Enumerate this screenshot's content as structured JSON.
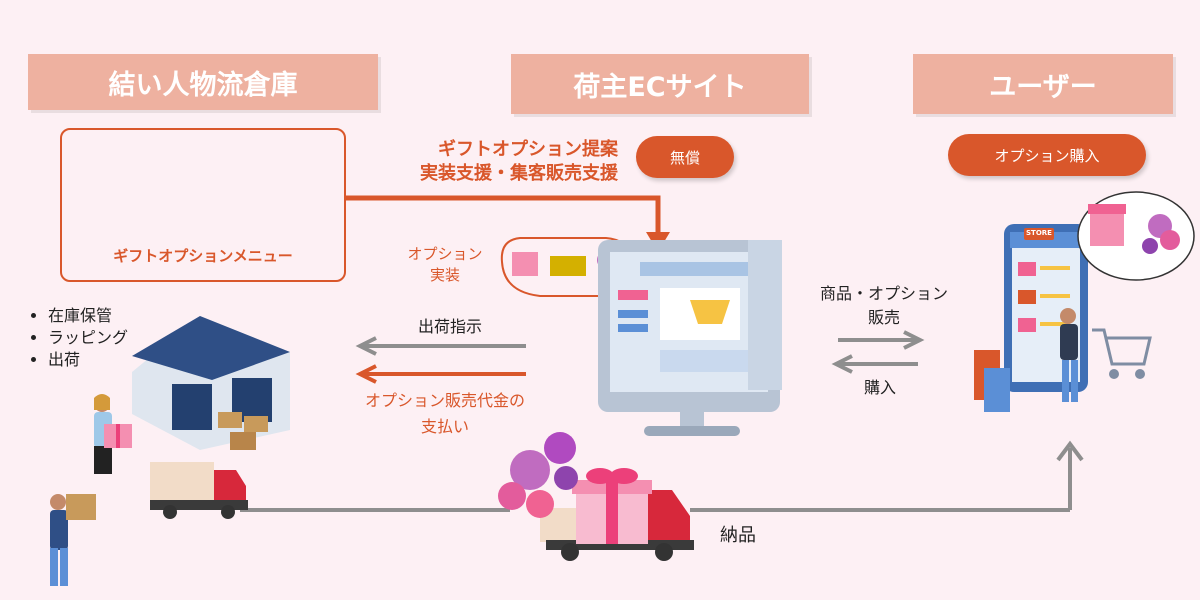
{
  "headers": {
    "warehouse": "結い人物流倉庫",
    "ec_site": "荷主ECサイト",
    "user": "ユーザー"
  },
  "badges": {
    "free": "無償",
    "option_purchase": "オプション購入"
  },
  "gift_menu": {
    "label": "ギフトオプションメニュー"
  },
  "proposal": {
    "line1": "ギフトオプション提案",
    "line2": "実装支援・集客販売支援"
  },
  "option_impl": {
    "line1": "オプション",
    "line2": "実装"
  },
  "warehouse_tasks": [
    "在庫保管",
    "ラッピング",
    "出荷"
  ],
  "flows": {
    "ship_instruction": "出荷指示",
    "payment_line1": "オプション販売代金の",
    "payment_line2": "支払い",
    "sales_line1": "商品・オプション",
    "sales_line2": "販売",
    "purchase": "購入",
    "delivery": "納品"
  },
  "store_sign": "STORE",
  "colors": {
    "background": "#fdf0f4",
    "header": "#eeb1a0",
    "accent": "#d9572b",
    "arrow_gray": "#8e8e8e"
  },
  "icons": [
    "gift-box-icon",
    "gift-card-icon",
    "flower-bouquet-icon",
    "warehouse-icon",
    "truck-icon",
    "monitor-icon",
    "smartphone-store-icon",
    "shopping-cart-icon"
  ]
}
